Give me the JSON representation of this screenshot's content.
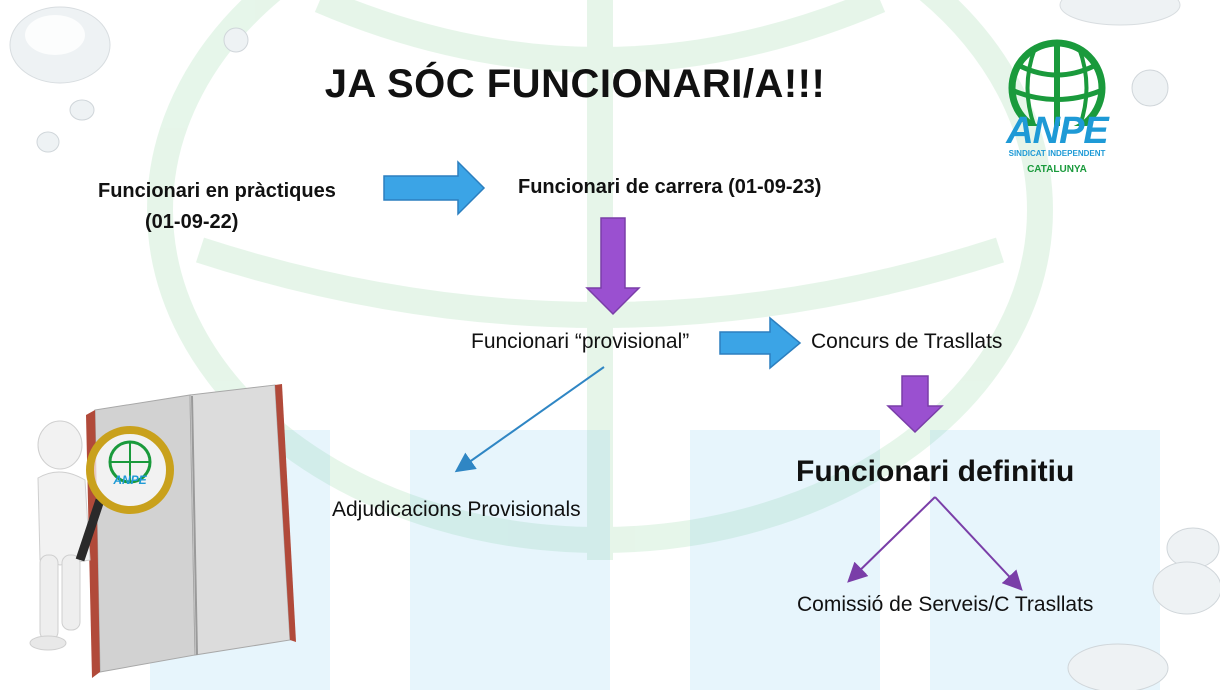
{
  "title": "JA SÓC FUNCIONARI/A!!!",
  "nodes": {
    "practiques_line1": "Funcionari en pràctiques",
    "practiques_line2": "(01-09-22)",
    "carrera": "Funcionari de carrera (01-09-23)",
    "provisional": "Funcionari “provisional”",
    "concurs": "Concurs de Trasllats",
    "definitiu": "Funcionari definitiu",
    "adjudicacions": "Adjudicacions Provisionals",
    "comissio": "Comissió de Serveis/C Trasllats"
  },
  "logo": {
    "name": "ANPE",
    "tagline": "SINDICAT INDEPENDENT",
    "region": "CATALUNYA"
  },
  "colors": {
    "blue_arrow": "#3ba4e6",
    "purple_arrow": "#9a50d0",
    "blue_line": "#2f86c4",
    "purple_line": "#7a3ea8",
    "logo_green": "#1a9a3c",
    "logo_blue": "#1e9ad6"
  }
}
